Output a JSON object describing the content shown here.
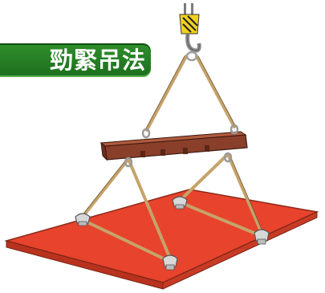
{
  "banner": {
    "text": "勁緊吊法",
    "color": "#237a22"
  },
  "colors": {
    "plate_top": "#e8432c",
    "plate_edge": "#b8321e",
    "spreader_beam": "#8a3f2a",
    "sling_rope": "#c6a36a",
    "hook_yellow": "#f1d21c",
    "hook_gray": "#8c8c8c",
    "shackle": "#d8d8d8"
  },
  "icons": [
    "crane-hook-icon",
    "spreader-beam",
    "steel-plate",
    "sling-ropes",
    "shackles"
  ]
}
